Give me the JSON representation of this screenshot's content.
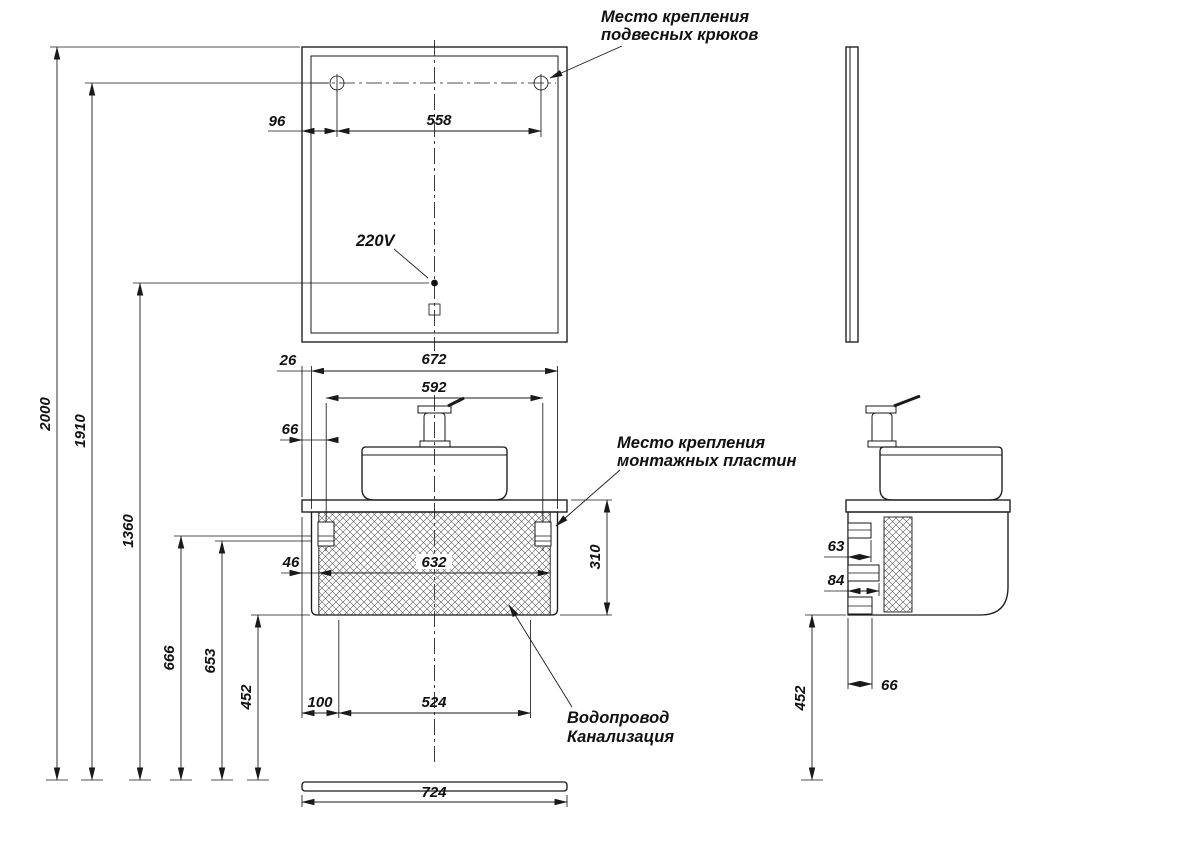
{
  "drawing": {
    "annotations": {
      "hooks_note_line1": "Место крепления",
      "hooks_note_line2": "подвесных крюков",
      "outlet": "220V",
      "plates_note_line1": "Место крепления",
      "plates_note_line2": "монтажных пластин",
      "plumbing_line1": "Водопровод",
      "plumbing_line2": "Канализация"
    },
    "dims": {
      "hook_offset": "96",
      "hook_spacing": "558",
      "total_height": "2000",
      "hooks_height": "1910",
      "outlet_height": "1360",
      "plate_height_upper": "666",
      "plate_height_lower": "653",
      "cabinet_bottom_height": "452",
      "countertop_overhang": "26",
      "cabinet_width": "672",
      "hanger_spacing": "592",
      "hanger_offset": "66",
      "cutout_offset": "46",
      "cutout_width": "632",
      "cabinet_height": "310",
      "bottom_offset": "100",
      "bottom_spacing": "524",
      "total_width": "724",
      "side_bracket_depth": "63",
      "side_plate_depth": "84",
      "side_bottom_depth": "66",
      "side_height": "452"
    }
  }
}
